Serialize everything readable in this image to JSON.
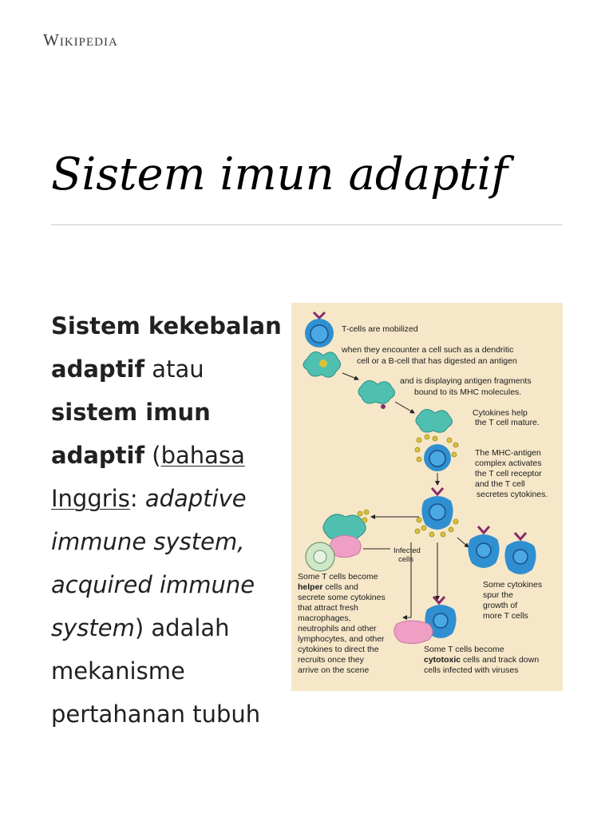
{
  "brand": {
    "wordmark": "Wikipedia"
  },
  "article": {
    "title": "Sistem imun adaptif",
    "lead": {
      "term1": "Sistem kekebalan adaptif",
      "text_atau": " atau ",
      "term2": "sistem imun adaptif",
      "paren_open": " (",
      "link_bahasa_inggris": "bahasa Inggris",
      "colon": ": ",
      "english_terms": "adaptive immune system, acquired immune system",
      "after": ") adalah mekanisme pertahanan tubuh"
    }
  },
  "figure": {
    "labels": {
      "t_cells_mobilized": "T-cells are mobilized",
      "encounter_line1": "when they encounter a cell such as a dendritic",
      "encounter_line2": "cell or a B-cell that has digested an antigen",
      "displaying_line1": "and is displaying antigen fragments",
      "displaying_line2": "bound to its MHC molecules.",
      "cytokines_help_line1": "Cytokines help",
      "cytokines_help_line2": "the T cell mature.",
      "mhc_line1": "The MHC-antigen",
      "mhc_line2": "complex activates",
      "mhc_line3": "the T cell receptor",
      "mhc_line4": "and the T cell",
      "mhc_line5": "secretes cytokines.",
      "infected_line1": "Infected",
      "infected_line2": "cells",
      "helper_line1": "Some T cells become",
      "helper_line2_bold": "helper",
      "helper_line2_rest": " cells and",
      "helper_line3": "secrete some cytokines",
      "helper_line4": "that attract fresh",
      "helper_line5": "macrophages,",
      "helper_line6": "neutrophils and other",
      "helper_line7": "lymphocytes, and other",
      "helper_line8": "cytokines to direct the",
      "helper_line9": "recruits once they",
      "helper_line10": "arrive on the scene",
      "spur_line1": "Some cytokines",
      "spur_line2": "spur the",
      "spur_line3": "growth of",
      "spur_line4": "more T cells",
      "cytotoxic_line1": "Some T cells become",
      "cytotoxic_line2_bold": "cytotoxic",
      "cytotoxic_line2_rest": " cells and track down",
      "cytotoxic_line3": "cells infected with viruses"
    },
    "colors": {
      "background": "#f6e7c9",
      "t_cell": "#2f8fd0",
      "t_cell_nucleus": "#1c4f88",
      "dendritic": "#4fbfb0",
      "macrophage": "#ef9fc4",
      "mhc_receptor": "#8a2a6a",
      "cytokine": "#d7c23a"
    }
  }
}
